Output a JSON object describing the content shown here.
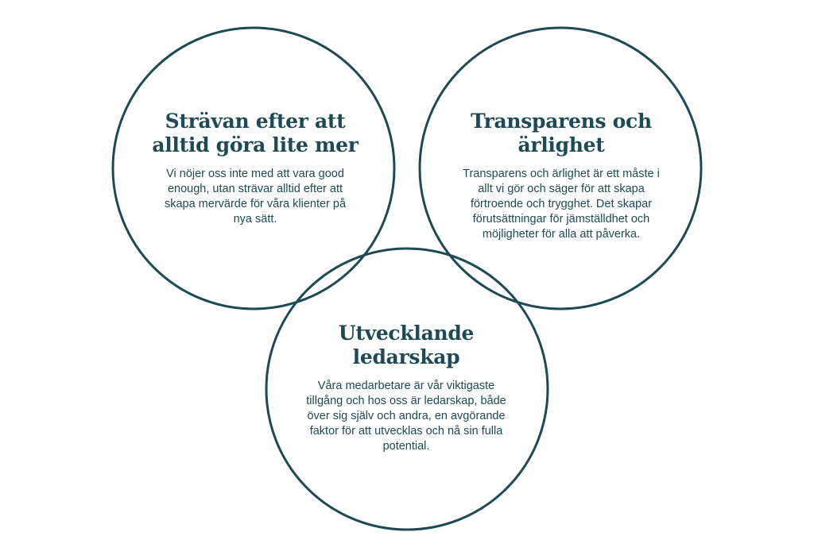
{
  "colors": {
    "stroke": "#1e4a56",
    "text": "#1e4a56",
    "background": "#ffffff"
  },
  "circles": [
    {
      "heading": "Strävan efter att alltid göra lite mer",
      "body": "Vi nöjer oss inte med att vara good enough, utan strävar alltid efter att skapa mervärde för våra klienter på nya sätt."
    },
    {
      "heading": "Transparens och ärlighet",
      "body": "Transparens och ärlighet är ett måste i allt vi gör och säger för att skapa förtroende och trygghet. Det skapar förutsättningar för jämställdhet och möjligheter för alla att påverka."
    },
    {
      "heading": "Utvecklande ledarskap",
      "body": "Våra medarbetare är vår viktigaste tillgång och hos oss är ledarskap, både över sig själv och andra, en avgörande faktor för att utvecklas och nå sin fulla potential."
    }
  ]
}
